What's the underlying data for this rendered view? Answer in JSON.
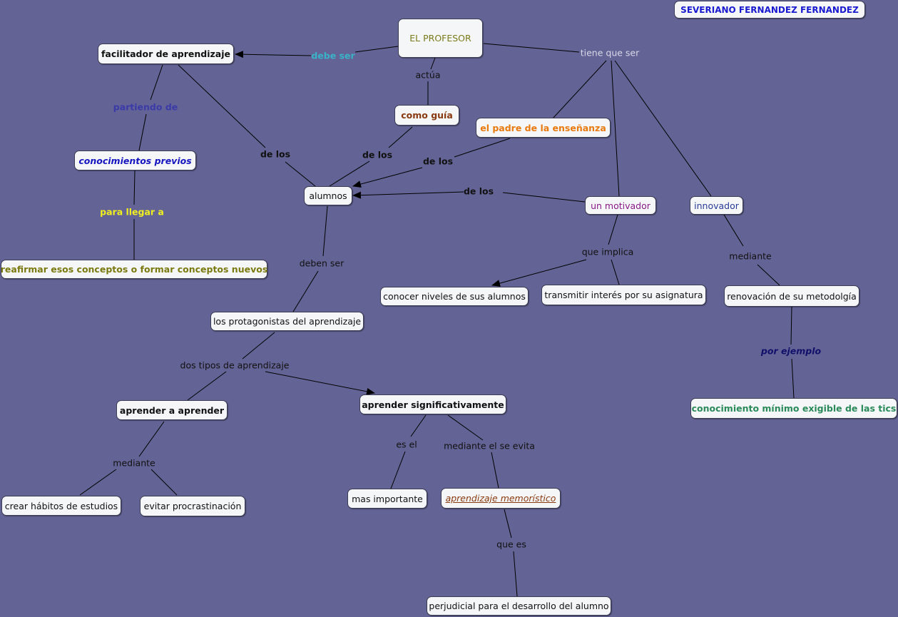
{
  "author": "SEVERIANO FERNANDEZ FERNANDEZ",
  "nodes": {
    "profesor": "EL PROFESOR",
    "facilitador": "facilitador de aprendizaje",
    "como_guia": "como guía",
    "padre": "el padre de la enseñanza",
    "conocimientos_previos": "conocimientos previos",
    "alumnos": "alumnos",
    "motivador": "un motivador",
    "innovador": "innovador",
    "reafirmar": "reafirmar esos conceptos o formar conceptos nuevos",
    "conocer_niveles": "conocer niveles de sus alumnos",
    "transmitir": "transmitir interés por su asignatura",
    "renovacion": "renovación de su metodolgía",
    "protagonistas": "los protagonistas del aprendizaje",
    "conocimiento_minimo": "conocimiento mínimo exigible de las tics",
    "aprender_aprender": "aprender a aprender",
    "aprender_significativamente": "aprender significativamente",
    "crear_habitos": "crear hábitos de estudios",
    "evitar_procrastinacion": "evitar procrastinación",
    "mas_importante": "mas importante",
    "memoristico": "aprendizaje memorístico",
    "perjudicial": "perjudicial para el desarrollo del alumno"
  },
  "links": {
    "debe_ser": "debe ser",
    "actua": "actúa",
    "tiene_que_ser": "tiene que ser",
    "partiendo_de": "partiendo de",
    "de_los_1": "de los",
    "de_los_2": "de los",
    "de_los_3": "de los",
    "de_los_4": "de los",
    "para_llegar_a": "para llegar a",
    "que_implica": "que implica",
    "mediante_1": "mediante",
    "deben_ser": "deben ser",
    "por_ejemplo": "por ejemplo",
    "dos_tipos": "dos tipos de aprendizaje",
    "mediante_2": "mediante",
    "es_el": "es el",
    "mediante_evita": "mediante el se evita",
    "que_es": "que es"
  },
  "colors": {
    "background": "#636395",
    "debe_ser": "#3ab3c8",
    "partiendo_de": "#3a3aa8",
    "para_llegar_a": "#f0f020",
    "conocimientos_previos": "#1515c0",
    "reafirmar": "#7a7a10",
    "profesor": "#7a7a1a",
    "como_guia": "#8a3a10",
    "padre": "#e87a10",
    "motivador": "#8a1a8a",
    "innovador": "#2a3a9a",
    "por_ejemplo": "#10106a",
    "conocimiento_minimo": "#2a8a5a",
    "memoristico": "#8a3a10",
    "tiene_que_ser": "#d8d8e8",
    "author": "#1a1ad0"
  }
}
